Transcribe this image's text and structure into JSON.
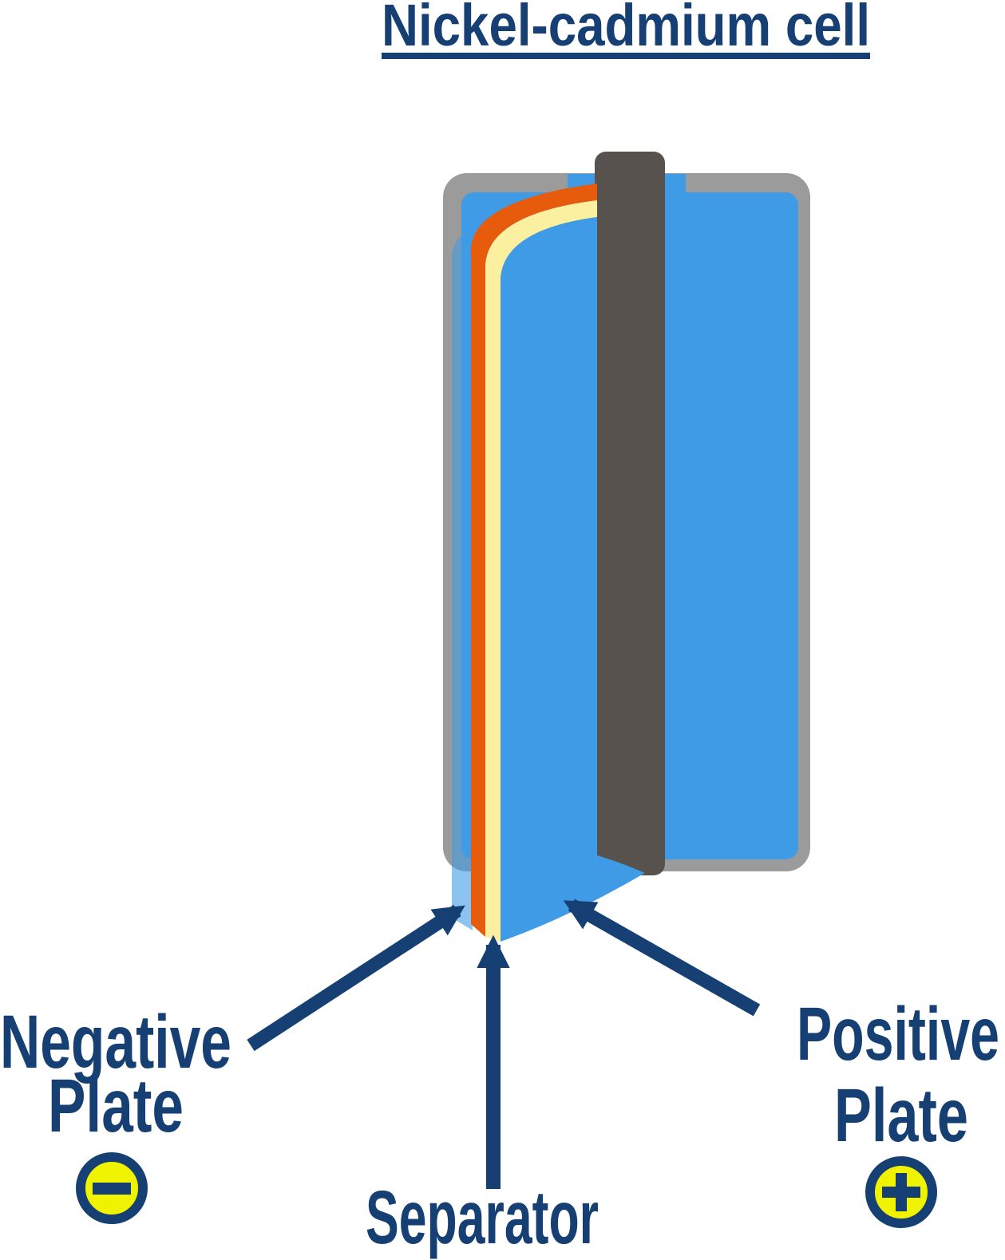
{
  "title": {
    "text": "Nickel-cadmium cell"
  },
  "labels": {
    "negative_plate": {
      "line1": "Negative",
      "line2": "Plate"
    },
    "separator": {
      "text": "Separator"
    },
    "positive_plate": {
      "line1": "Positive",
      "line2": "Plate"
    }
  },
  "symbols": {
    "negative_badge": "minus-icon",
    "positive_badge": "plus-icon"
  },
  "colors": {
    "navy": "#163F74",
    "blue": "#3F9BE5",
    "orange": "#E75B0C",
    "cream": "#FBF0A0",
    "casing_gray": "#9B9B9B",
    "rod_gray": "#57524E",
    "badge_yellow": "#F0F300"
  },
  "diagram_parts": {
    "casing": "outer metal casing",
    "rod": "central electrode rod",
    "negative_plate_sheet": "negative plate (blue sheet)",
    "separator_sheet": "separator (cream sheet)",
    "positive_plate_sheet": "positive plate (blue sheet)"
  }
}
